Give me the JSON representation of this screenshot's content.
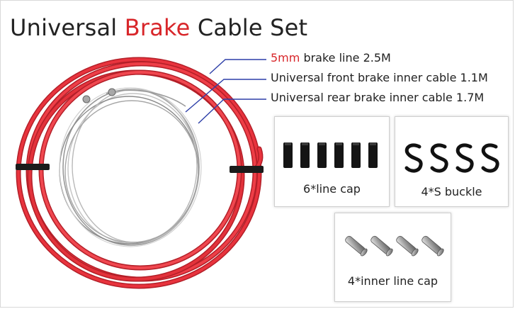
{
  "title": {
    "prefix": "Universal ",
    "highlight": "Brake",
    "suffix": " Cable Set"
  },
  "colors": {
    "accent": "#d8262a",
    "cable": "#e0303a",
    "leader": "#2d3fa8"
  },
  "callouts": [
    {
      "highlight": "5mm",
      "text": " brake line 2.5M"
    },
    {
      "highlight": "",
      "text": "Universal front brake inner cable 1.1M"
    },
    {
      "highlight": "",
      "text": "Universal rear brake inner cable 1.7M"
    }
  ],
  "cards": [
    {
      "label": "6*line cap",
      "icon": "line-cap-icon"
    },
    {
      "label": "4*S buckle",
      "icon": "s-buckle-icon"
    },
    {
      "label": "4*inner line cap",
      "icon": "inner-line-cap-icon"
    }
  ]
}
